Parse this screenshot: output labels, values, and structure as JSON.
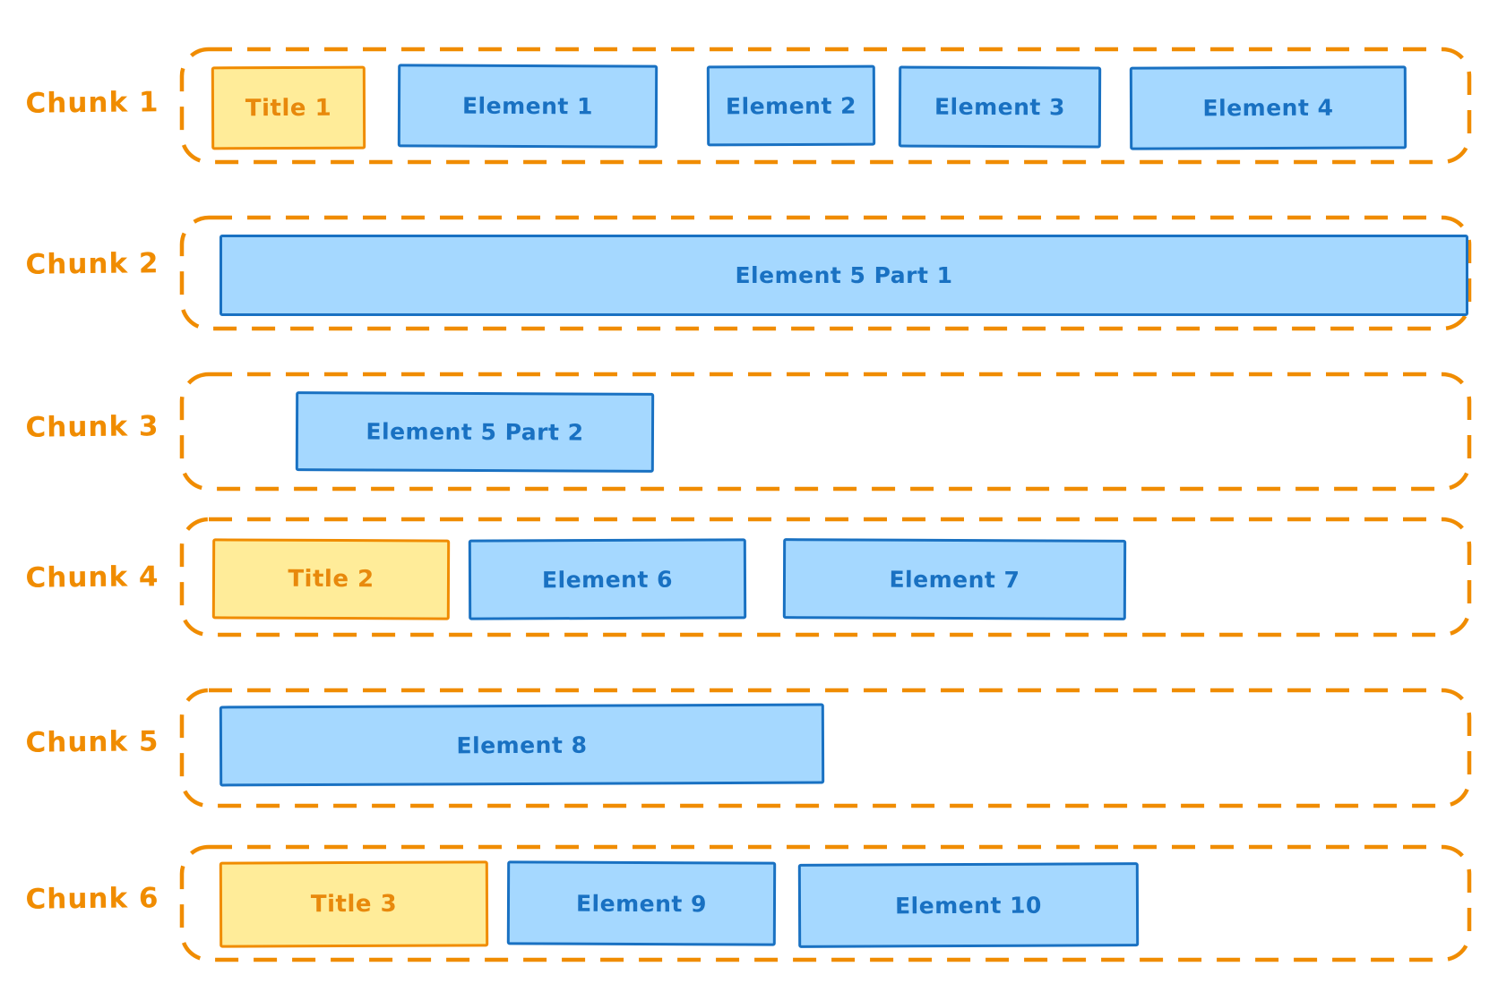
{
  "colors": {
    "orange": "#F08C00",
    "title_fill": "#FFEC99",
    "title_text": "#E8890C",
    "element_fill": "#A5D8FF",
    "element_border": "#1971C2",
    "element_text": "#1971C2",
    "background": "#FFFFFF"
  },
  "chunks": [
    {
      "label": "Chunk 1",
      "items": [
        {
          "type": "title",
          "label": "Title 1"
        },
        {
          "type": "element",
          "label": "Element 1"
        },
        {
          "type": "element",
          "label": "Element 2"
        },
        {
          "type": "element",
          "label": "Element 3"
        },
        {
          "type": "element",
          "label": "Element 4"
        }
      ]
    },
    {
      "label": "Chunk 2",
      "items": [
        {
          "type": "element",
          "label": "Element 5 Part 1"
        }
      ]
    },
    {
      "label": "Chunk 3",
      "items": [
        {
          "type": "element",
          "label": "Element 5 Part 2"
        }
      ]
    },
    {
      "label": "Chunk 4",
      "items": [
        {
          "type": "title",
          "label": "Title 2"
        },
        {
          "type": "element",
          "label": "Element 6"
        },
        {
          "type": "element",
          "label": "Element 7"
        }
      ]
    },
    {
      "label": "Chunk 5",
      "items": [
        {
          "type": "element",
          "label": "Element 8"
        }
      ]
    },
    {
      "label": "Chunk 6",
      "items": [
        {
          "type": "title",
          "label": "Title 3"
        },
        {
          "type": "element",
          "label": "Element 9"
        },
        {
          "type": "element",
          "label": "Element 10"
        }
      ]
    }
  ]
}
